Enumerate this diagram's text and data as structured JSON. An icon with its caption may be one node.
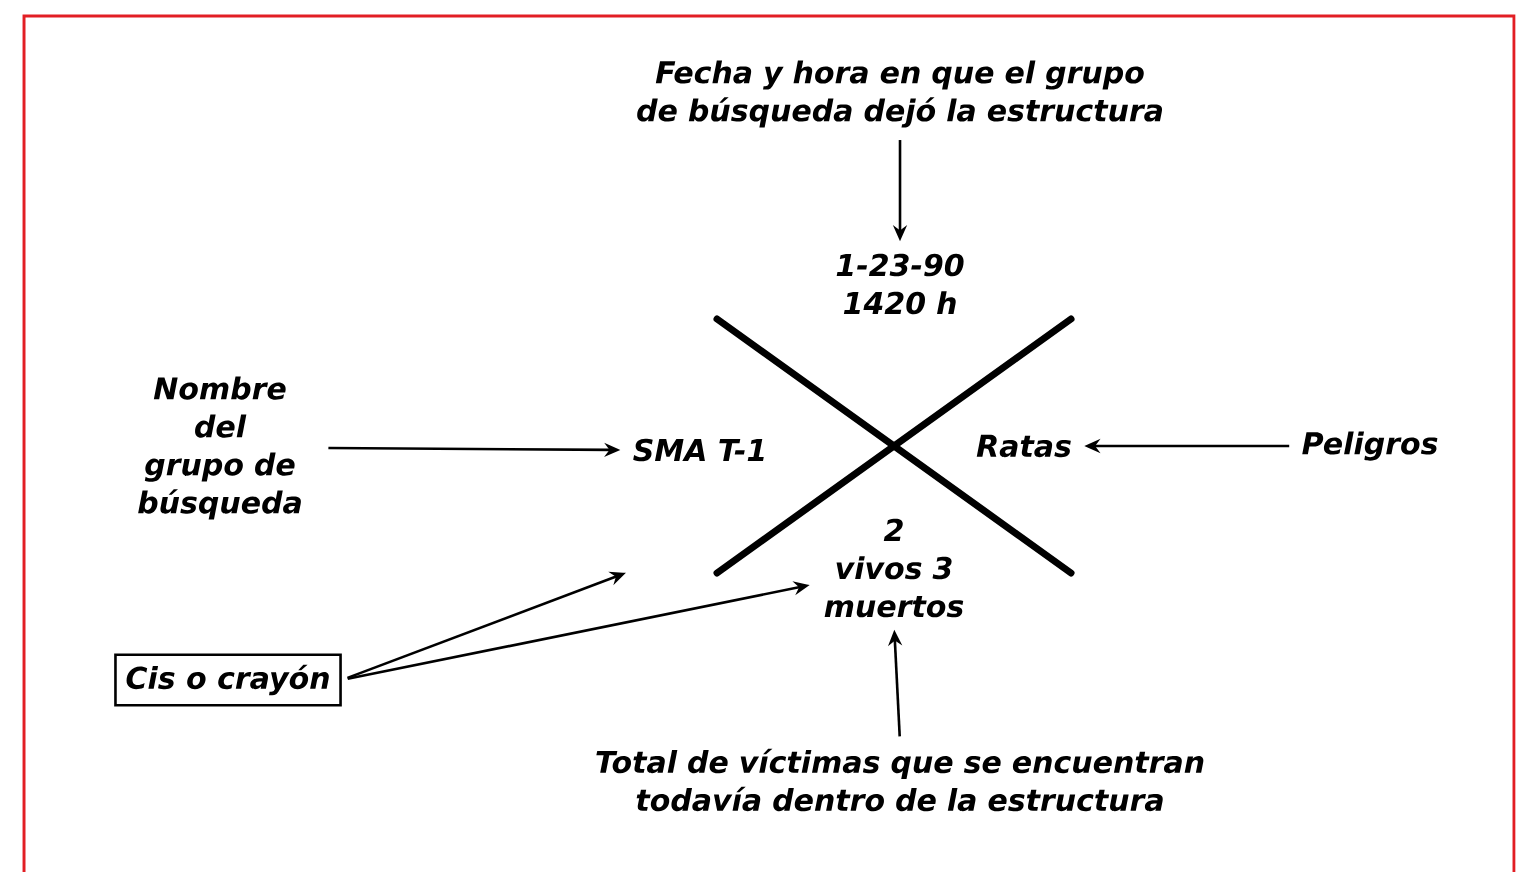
{
  "diagram": {
    "nodes": [
      {
        "text": [
          "Fecha y hora en que el grupo de búsqueda dejó la estructura"
        ]
      },
      {
        "text": [
          "1-23-90 1420 h"
        ]
      },
      {
        "text": [
          "Nombre del grupo de búsqueda"
        ]
      },
      {
        "text": [],
        "shape": "cross"
      },
      {
        "text": [
          "SMA T-1"
        ]
      },
      {
        "text": [
          "Ratas"
        ],
        "in": 3
      },
      {
        "text": [
          "Peligros"
        ]
      },
      {
        "text": [
          "2 vivos 3 muertos"
        ],
        "in": 3
      },
      {
        "text": [
          "Cis o crayón"
        ]
      },
      {
        "text": [
          "Total de víctimas que se encuentran todavía dentro de la estructura"
        ]
      }
    ],
    "edges": [
      {
        "from": 0,
        "to": 1,
        "arrow": "to"
      },
      {
        "from": 2,
        "to": 4,
        "arrow": "to"
      },
      {
        "from": 6,
        "to": 5,
        "arrow": "to"
      },
      {
        "from": 8,
        "to": 3,
        "arrow": "to"
      },
      {
        "from": 8,
        "to": 7,
        "arrow": "to"
      },
      {
        "from": 9,
        "to": 7,
        "arrow": "to"
      }
    ]
  }
}
